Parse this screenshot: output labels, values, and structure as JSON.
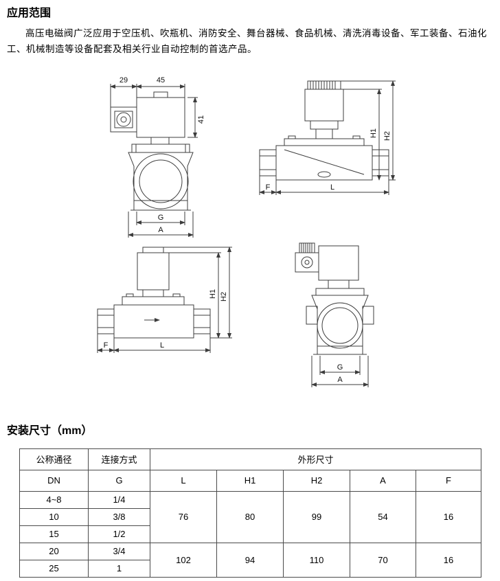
{
  "page": {
    "section_application": {
      "title": "应用范围",
      "body": "高压电磁阀广泛应用于空压机、吹瓶机、消防安全、舞台器械、食品机械、清洗消毒设备、军工装备、石油化工、机械制造等设备配套及相关行业自动控制的首选产品。"
    },
    "section_dimensions": {
      "title": "安装尺寸（mm）"
    }
  },
  "drawings": {
    "dim_29": "29",
    "dim_45": "45",
    "dim_41": "41",
    "dim_G": "G",
    "dim_A": "A",
    "dim_H1": "H1",
    "dim_H2": "H2",
    "dim_F": "F",
    "dim_L": "L"
  },
  "table": {
    "header": {
      "col1_top": "公称通径",
      "col1_sub": "DN",
      "col2_top": "连接方式",
      "col2_sub": "G",
      "col3_top": "外形尺寸",
      "sub_cols": [
        "L",
        "H1",
        "H2",
        "A",
        "F"
      ]
    },
    "rows": [
      {
        "dn": "4~8",
        "g": "1/4"
      },
      {
        "dn": "10",
        "g": "3/8"
      },
      {
        "dn": "15",
        "g": "1/2"
      },
      {
        "dn": "20",
        "g": "3/4"
      },
      {
        "dn": "25",
        "g": "1"
      }
    ],
    "group1": {
      "L": "76",
      "H1": "80",
      "H2": "99",
      "A": "54",
      "F": "16"
    },
    "group2": {
      "L": "102",
      "H1": "94",
      "H2": "110",
      "A": "70",
      "F": "16"
    }
  }
}
